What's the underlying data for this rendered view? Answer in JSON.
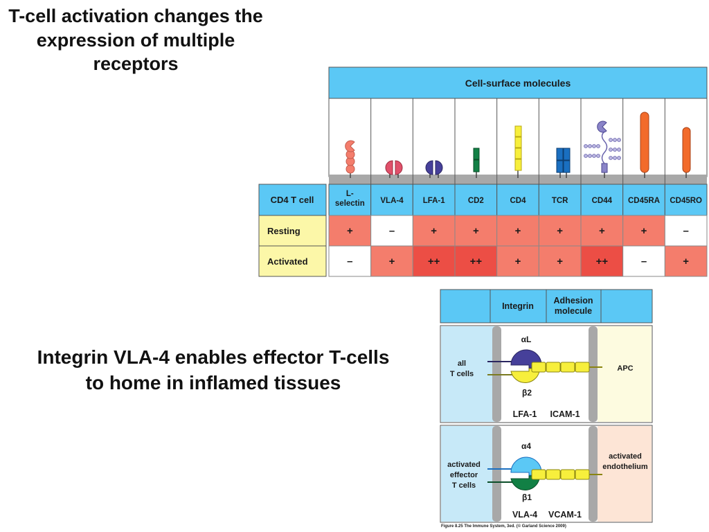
{
  "slide": {
    "title": "T-cell activation changes the expression of multiple receptors",
    "subtitle": "Integrin VLA-4 enables effector T-cells to home in inflamed tissues"
  },
  "table": {
    "header": "Cell-surface molecules",
    "row_label_header": "CD4 T cell",
    "molecules": [
      "L-selectin",
      "VLA-4",
      "LFA-1",
      "CD2",
      "CD4",
      "TCR",
      "CD44",
      "CD45RA",
      "CD45RO"
    ],
    "molecule_label_lines": [
      [
        "L-",
        "selectin"
      ],
      [
        "VLA-4"
      ],
      [
        "LFA-1"
      ],
      [
        "CD2"
      ],
      [
        "CD4"
      ],
      [
        "TCR"
      ],
      [
        "CD44"
      ],
      [
        "CD45RA"
      ],
      [
        "CD45RO"
      ]
    ],
    "rows": [
      {
        "label": "Resting",
        "values": [
          "+",
          "–",
          "+",
          "+",
          "+",
          "+",
          "+",
          "+",
          "–"
        ]
      },
      {
        "label": "Activated",
        "values": [
          "–",
          "+",
          "++",
          "++",
          "+",
          "+",
          "++",
          "–",
          "+"
        ]
      }
    ],
    "colors": {
      "header": "#5bc8f5",
      "rowlabel": "#fcf7a8",
      "minus": "#ffffff",
      "plus": "#f47d6c",
      "plusplus": "#ec4e45"
    }
  },
  "integrin": {
    "col_integrin": "Integrin",
    "col_adhesion": "Adhesion molecule",
    "col_adhesion_lines": [
      "Adhesion",
      "molecule"
    ],
    "panels": [
      {
        "cell": [
          "all",
          "T cells"
        ],
        "alpha": "αL",
        "beta": "β2",
        "integrin": "LFA-1",
        "ligand": "ICAM-1",
        "target": [
          "APC"
        ],
        "alpha_color": "#46409a",
        "beta_color": "#f7ef3c",
        "target_color": "#fdfbe0"
      },
      {
        "cell": [
          "activated",
          "effector",
          "T cells"
        ],
        "alpha": "α4",
        "beta": "β1",
        "integrin": "VLA-4",
        "ligand": "VCAM-1",
        "target": [
          "activated",
          "endothelium"
        ],
        "alpha_color": "#5bc8f5",
        "beta_color": "#128045",
        "target_color": "#fde5d6"
      }
    ]
  },
  "caption": "Figure 8.25 The Immune System, 3ed. (© Garland Science 2009)"
}
